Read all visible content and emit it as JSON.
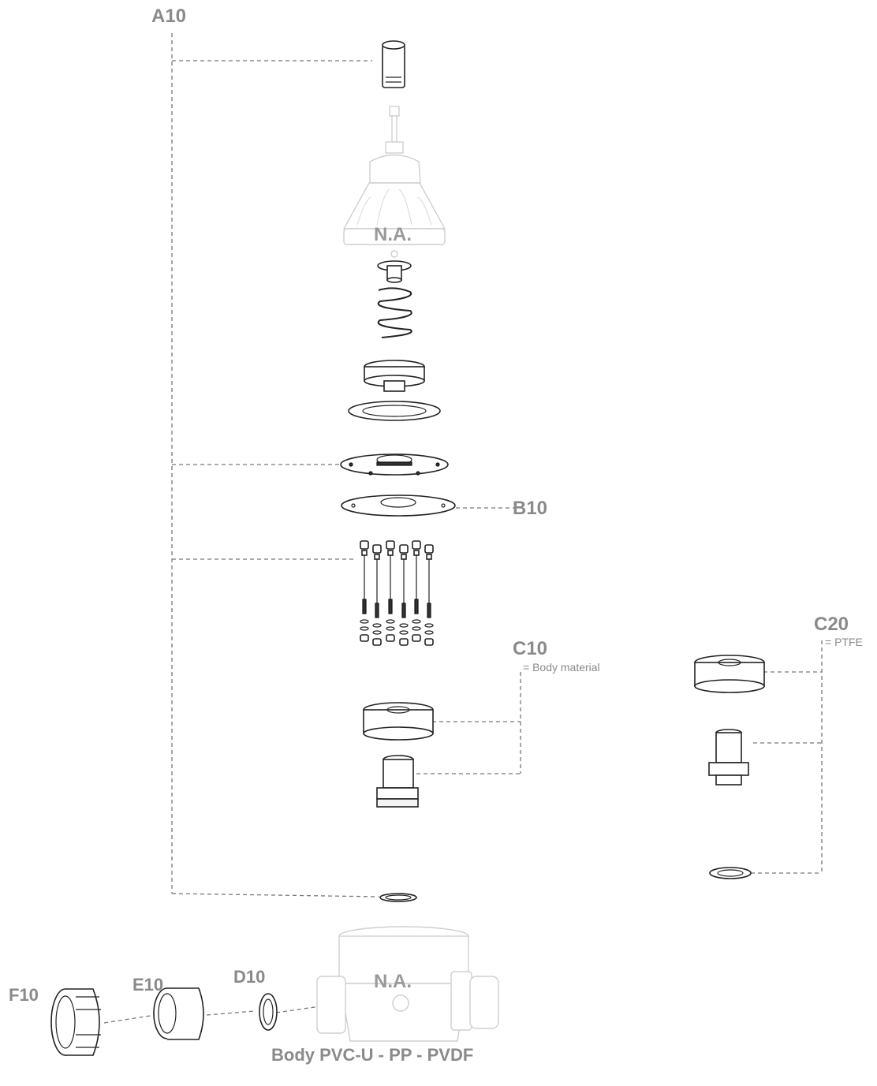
{
  "labels": {
    "a10": "A10",
    "b10": "B10",
    "c10": "C10",
    "c10_note": "= Body material",
    "c20": "C20",
    "c20_note": "= PTFE",
    "d10": "D10",
    "e10": "E10",
    "f10": "F10",
    "na_top": "N.A.",
    "na_body": "N.A.",
    "body_caption": "Body PVC-U - PP - PVDF"
  }
}
